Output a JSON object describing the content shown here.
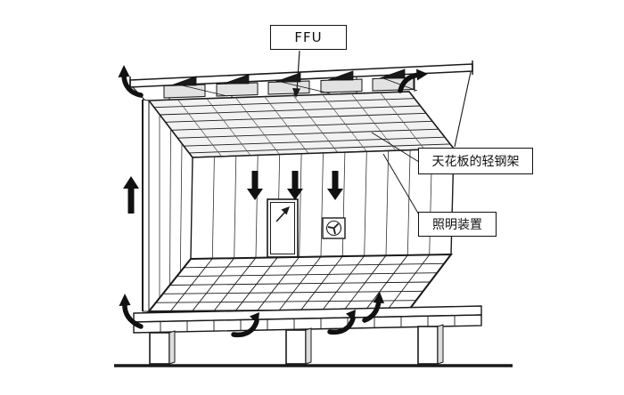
{
  "colors": {
    "line": "#1a1a1a",
    "background": "#ffffff"
  },
  "labels": {
    "ffu": "FFU",
    "ceiling_frame": "天花板的轻钢架",
    "lighting": "照明装置"
  }
}
